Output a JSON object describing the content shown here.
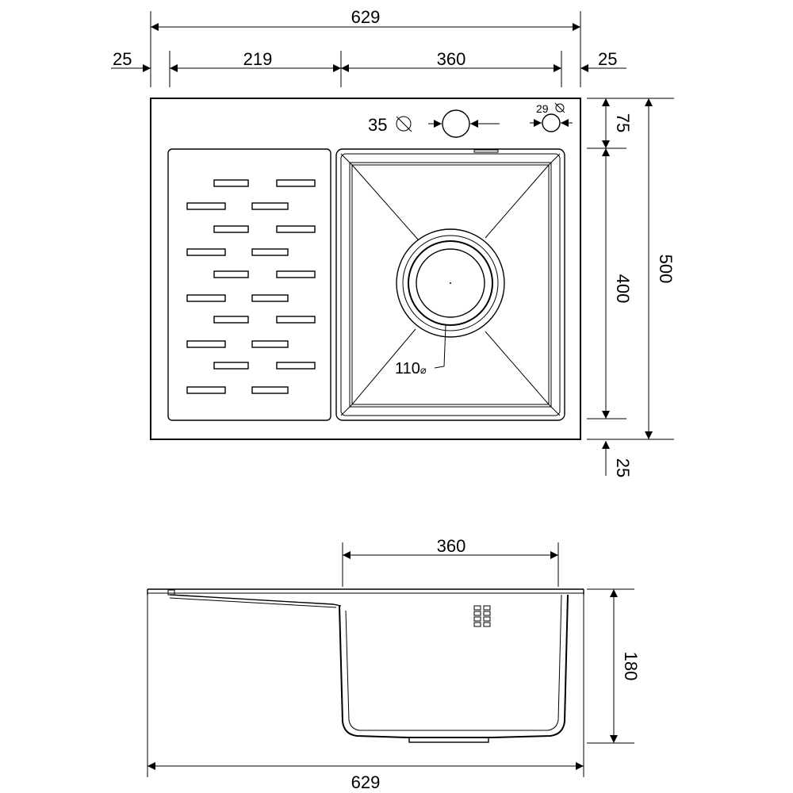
{
  "top_view": {
    "overall_width": "629",
    "left_margin": "25",
    "drainer_width": "219",
    "bowl_width": "360",
    "right_margin": "25",
    "tap_hole": "35",
    "extra_hole": "29",
    "top_margin": "75",
    "bowl_depth": "400",
    "overall_depth": "500",
    "bottom_margin": "25",
    "drain": "110",
    "diameter_symbol": "⌀"
  },
  "side_view": {
    "bowl_width": "360",
    "bowl_height": "180",
    "overall_width": "629"
  },
  "colors": {
    "line": "#000000",
    "background": "#ffffff"
  }
}
